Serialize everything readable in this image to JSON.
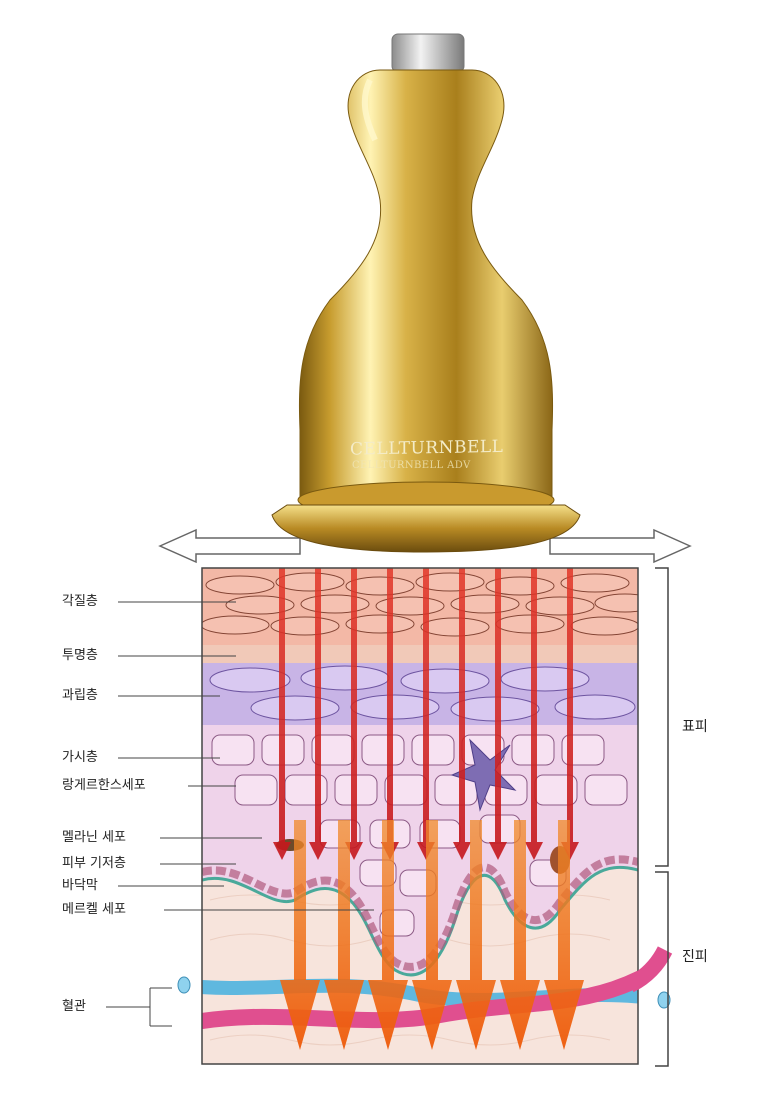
{
  "product": {
    "brand_text": "CELLTURNBELL",
    "sub_text": "CELLTURNBELL ADV"
  },
  "layers": [
    "각질층",
    "투명층",
    "과립층",
    "가시층",
    "랑게르한스세포",
    "멜라닌 세포",
    "피부 기저층",
    "바닥막",
    "메르켈 세포",
    "혈관"
  ],
  "regions": {
    "epidermis": "표피",
    "dermis": "진피"
  },
  "colors": {
    "gold": "#c9a12c",
    "stratum_corneum": "#f3b8a6",
    "granular": "#c8b4e6",
    "spinous": "#efd3ea",
    "dermis": "#f7e4dc",
    "red_arrow": "#d7261e",
    "orange_arrow": "#ef6a10",
    "vessel_blue": "#5fb8df",
    "vessel_pink": "#e04f8f"
  }
}
